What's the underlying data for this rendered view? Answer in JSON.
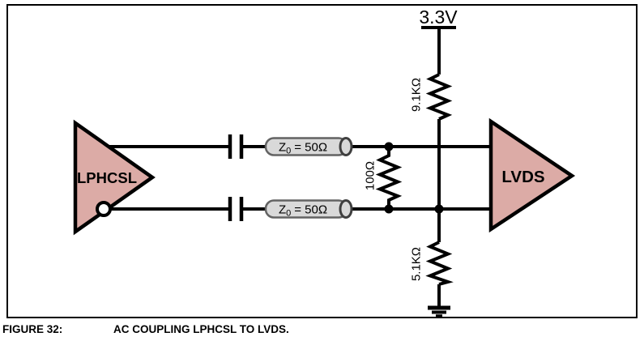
{
  "figure": {
    "caption_label": "FIGURE 32:",
    "caption_title": "AC COUPLING LPHCSL TO LVDS."
  },
  "schematic": {
    "driver_label": "LPHCSL",
    "receiver_label": "LVDS",
    "supply_label": "3.3V",
    "pullup_resistor_value": "9.1KΩ",
    "termination_resistor_value": "100Ω",
    "pulldown_resistor_value": "5.1KΩ",
    "tline_label": {
      "prefix": "Z",
      "sub": "0",
      "suffix": "= 50Ω"
    },
    "colors": {
      "buffer_fill": "#dcaba6",
      "tline_fill": "#d9d9d9",
      "tline_stroke": "#636363",
      "tline_cap_stroke": "#3f3f3f",
      "wire": "#000000"
    }
  }
}
